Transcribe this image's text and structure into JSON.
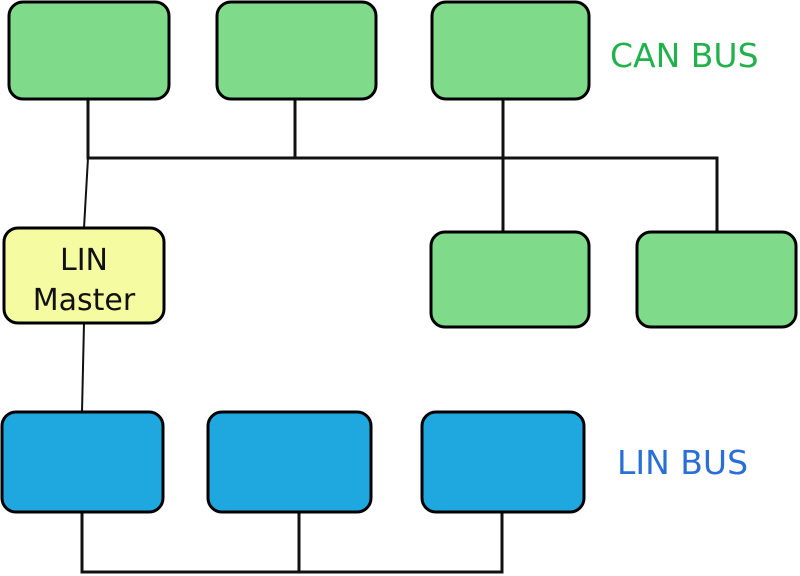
{
  "diagram": {
    "can_bus_label": "CAN BUS",
    "lin_bus_label": "LIN BUS",
    "lin_master": {
      "line1": "LIN",
      "line2": "Master"
    }
  },
  "colors": {
    "can_node_fill": "#7fdb8a",
    "lin_master_fill": "#f5fba0",
    "lin_node_fill": "#1fa8e0",
    "can_label": "#22b14c",
    "lin_label": "#2a6fd6",
    "stroke": "#000000"
  }
}
